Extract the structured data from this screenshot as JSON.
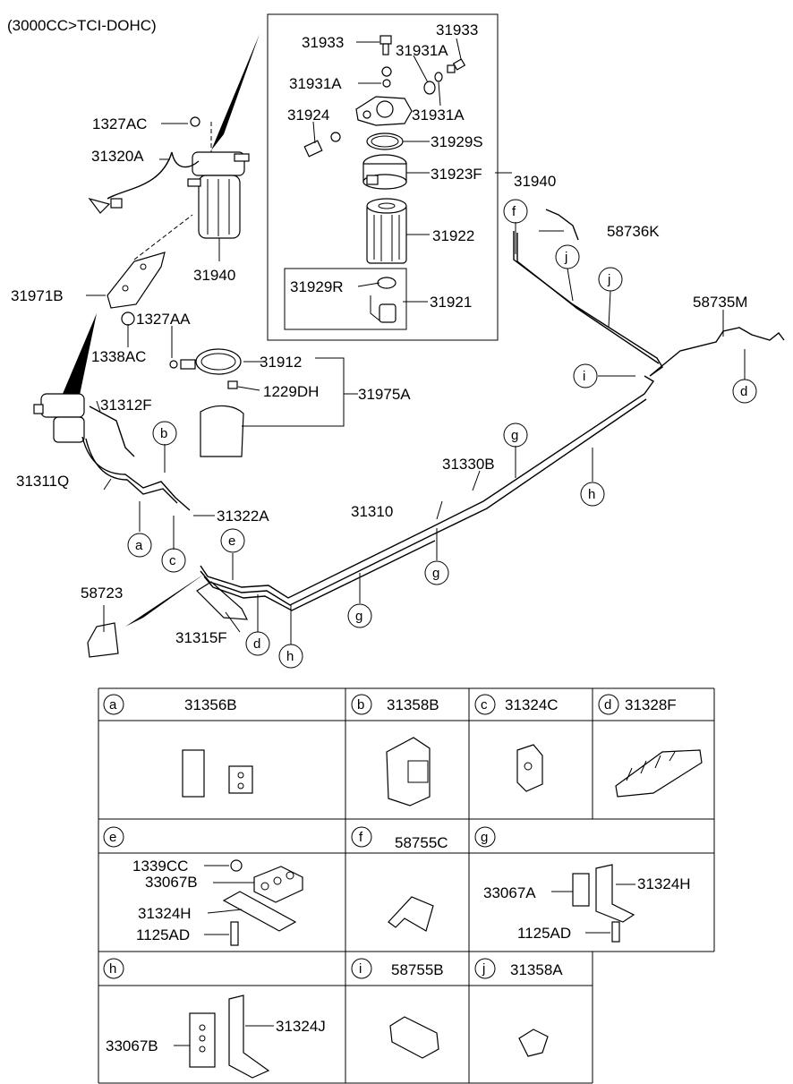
{
  "header": {
    "title": "(3000CC>TCI-DOHC)"
  },
  "callouts": {
    "p31933a": "31933",
    "p31933b": "31933",
    "p31931a_1": "31931A",
    "p31931a_2": "31931A",
    "p31931a_3": "31931A",
    "p31924": "31924",
    "p31929s": "31929S",
    "p31923f": "31923F",
    "p31940_top": "31940",
    "p31922": "31922",
    "p31929r": "31929R",
    "p31921": "31921",
    "p1327ac": "1327AC",
    "p31320a": "31320A",
    "p31940": "31940",
    "p31971b": "31971B",
    "p1327aa": "1327AA",
    "p1338ac": "1338AC",
    "p31912": "31912",
    "p1229dh": "1229DH",
    "p31975a": "31975A",
    "p31312f": "31312F",
    "p31311q": "31311Q",
    "p31322a": "31322A",
    "p58723": "58723",
    "p31315f": "31315F",
    "p31310": "31310",
    "p31330b": "31330B",
    "p58736k": "58736K",
    "p58735m": "58735M"
  },
  "clip_letters": {
    "a": "a",
    "b": "b",
    "c": "c",
    "d": "d",
    "e": "e",
    "f": "f",
    "g": "g",
    "h": "h",
    "i": "i",
    "j": "j"
  },
  "table": {
    "row1": [
      {
        "letter": "a",
        "part": "31356B"
      },
      {
        "letter": "b",
        "part": "31358B"
      },
      {
        "letter": "c",
        "part": "31324C"
      },
      {
        "letter": "d",
        "part": "31328F"
      }
    ],
    "row2": [
      {
        "letter": "e",
        "part": ""
      },
      {
        "letter": "f",
        "part": "58755C"
      },
      {
        "letter": "g",
        "part": ""
      }
    ],
    "row3": [
      {
        "letter": "h",
        "part": ""
      },
      {
        "letter": "i",
        "part": "58755B"
      },
      {
        "letter": "j",
        "part": "31358A"
      }
    ],
    "e_parts": [
      "1339CC",
      "33067B",
      "31324H",
      "1125AD"
    ],
    "g_parts": [
      "33067A",
      "31324H",
      "1125AD"
    ],
    "h_parts": [
      "33067B",
      "31324J"
    ]
  }
}
